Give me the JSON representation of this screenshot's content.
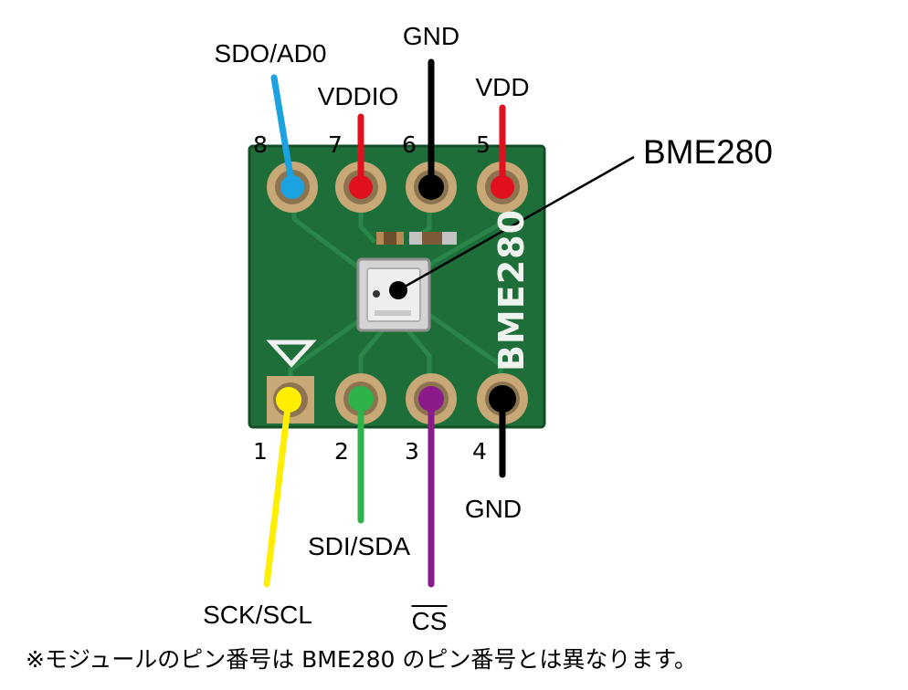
{
  "module": {
    "chip_callout": "BME280",
    "silkscreen": "BME280",
    "note": "※モジュールのピン番号は BME280 のピン番号とは異なります。"
  },
  "pins": [
    {
      "number": "1",
      "name": "SCK/SCL",
      "color": "#ffee00",
      "row": "bottom"
    },
    {
      "number": "2",
      "name": "SDI/SDA",
      "color": "#2db34a",
      "row": "bottom"
    },
    {
      "number": "3",
      "name": "CS",
      "color": "#8a1a8a",
      "row": "bottom",
      "overline": true
    },
    {
      "number": "4",
      "name": "GND",
      "color": "#000000",
      "row": "bottom"
    },
    {
      "number": "5",
      "name": "VDD",
      "color": "#e0101e",
      "row": "top"
    },
    {
      "number": "6",
      "name": "GND",
      "color": "#000000",
      "row": "top"
    },
    {
      "number": "7",
      "name": "VDDIO",
      "color": "#e0101e",
      "row": "top"
    },
    {
      "number": "8",
      "name": "SDO/AD0",
      "color": "#1aa3e0",
      "row": "top"
    }
  ],
  "colors": {
    "pcb": "#1e6e3a",
    "pcb_dark": "#165a2e",
    "pad": "#c9a877"
  }
}
